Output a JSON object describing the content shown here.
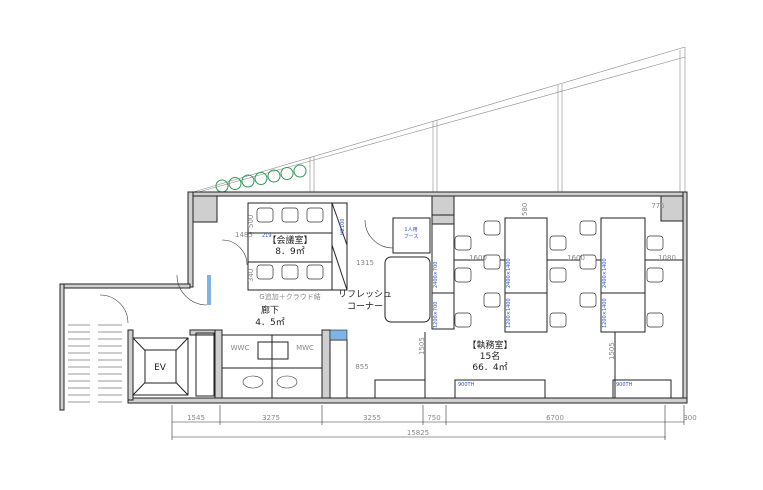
{
  "meeting_room": {
    "title": "【会議室】",
    "area": "8．9㎡",
    "note": "G追加＋クラウド結"
  },
  "corridor": {
    "title": "廊下",
    "area": "4．5㎡"
  },
  "toilets": {
    "left": "WWC",
    "right": "MWC"
  },
  "refresh": {
    "line1": "リフレッシュ",
    "line2": "コーナー"
  },
  "booth": {
    "line1": "1人用",
    "line2": "ブース"
  },
  "office": {
    "title": "【執務室】",
    "capacity": "15名",
    "area": "66．4㎡"
  },
  "elevator": "EV",
  "dims_inner": [
    "1315",
    "855",
    "1505",
    "1505",
    "1600",
    "1600",
    "1080",
    "775",
    "580",
    "500",
    "340",
    "1485",
    "219"
  ],
  "desk_labels": [
    "2400×700",
    "1200×700",
    "2400×1400",
    "1200×1400",
    "2400×1400",
    "1200×1400"
  ],
  "partition_label": "H2100",
  "storage_label": "900TH",
  "dims_bottom": [
    "1545",
    "3275",
    "3255",
    "750",
    "6700",
    "300"
  ],
  "dim_total": "15825",
  "colors": {
    "wall": "#cfcfcf",
    "annotation": "#2b4fd0",
    "tree": "#2e9a5a",
    "glass": "#7fb3e6"
  }
}
